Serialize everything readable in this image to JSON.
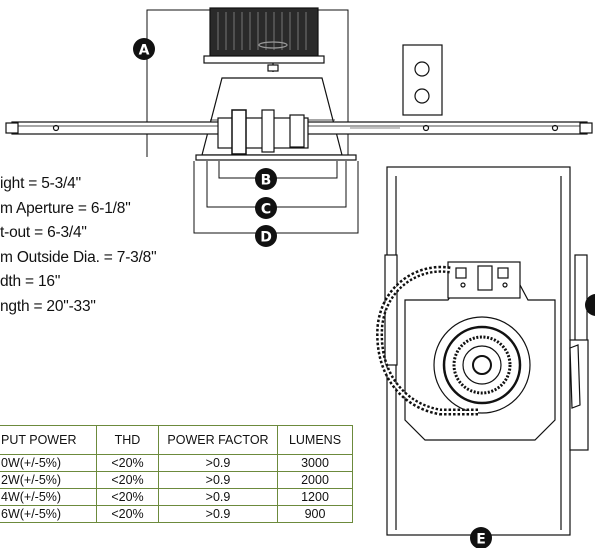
{
  "callouts": [
    "A",
    "B",
    "C",
    "D",
    "E"
  ],
  "dimensions": [
    "ight = 5-3/4\"",
    "m Aperture = 6-1/8\"",
    "t-out = 6-3/4\"",
    "m Outside Dia. = 7-3/8\"",
    "dth = 16\"",
    "ngth = 20\"-33\""
  ],
  "table": {
    "headers": [
      "PUT POWER",
      "THD",
      "POWER FACTOR",
      "LUMENS"
    ],
    "rows": [
      [
        "0W(+/-5%)",
        "<20%",
        ">0.9",
        "3000"
      ],
      [
        "2W(+/-5%)",
        "<20%",
        ">0.9",
        "2000"
      ],
      [
        "4W(+/-5%)",
        "<20%",
        ">0.9",
        "1200"
      ],
      [
        "6W(+/-5%)",
        "<20%",
        ">0.9",
        "900"
      ]
    ]
  },
  "colors": {
    "table_border": "#6c8a3c",
    "line": "#111111"
  }
}
